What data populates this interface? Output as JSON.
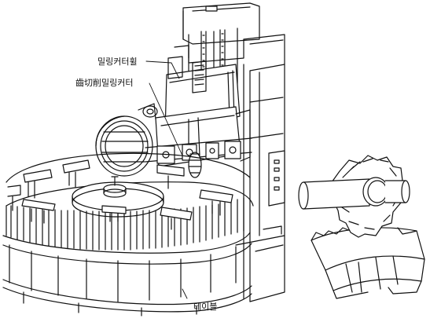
{
  "labels": {
    "milling_cutter_shaft": "밀링커터휠",
    "gear_cutting_milling_cutter": "齒切削밀링커터",
    "table": "테이블"
  },
  "colors": {
    "ink": "#111111",
    "paper": "#ffffff"
  }
}
